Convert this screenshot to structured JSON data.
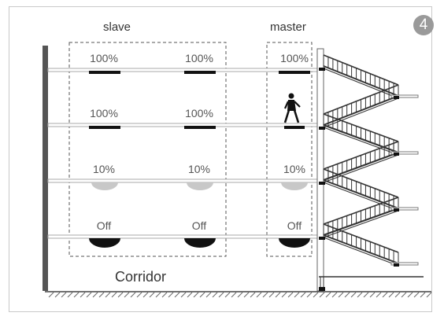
{
  "step_number": "4",
  "group_labels": {
    "slave": "slave",
    "master": "master"
  },
  "corridor_label": "Corridor",
  "floors": [
    {
      "light_state": "full",
      "labels": [
        "100%",
        "100%",
        "100%"
      ]
    },
    {
      "light_state": "full",
      "labels": [
        "100%",
        "100%",
        ""
      ]
    },
    {
      "light_state": "dim",
      "labels": [
        "10%",
        "10%",
        "10%"
      ]
    },
    {
      "light_state": "off",
      "labels": [
        "Off",
        "Off",
        "Off"
      ]
    }
  ],
  "colors": {
    "wall": "#555555",
    "floor_line": "#aaaaaa",
    "light_off": "#111111",
    "light_dim": "#c8c8c8",
    "badge": "#9a9a9a"
  }
}
